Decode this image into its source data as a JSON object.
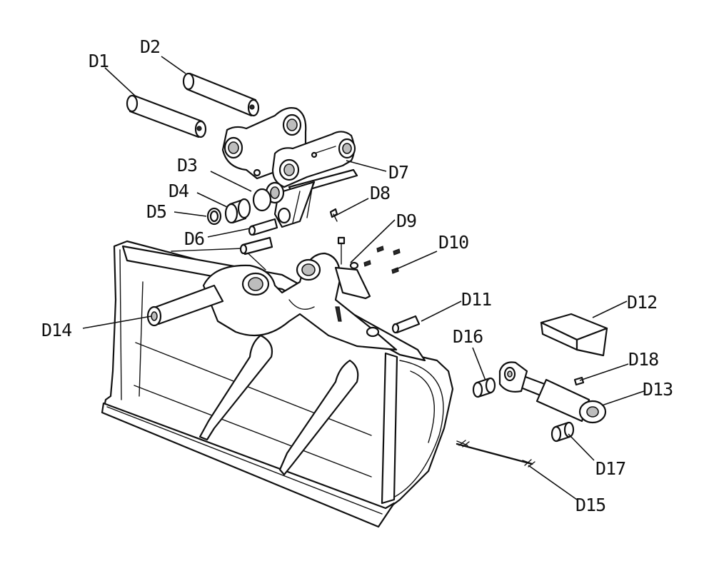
{
  "diagram": {
    "labels": {
      "d1": "D1",
      "d2": "D2",
      "d3": "D3",
      "d4": "D4",
      "d5": "D5",
      "d6": "D6",
      "d7": "D7",
      "d8": "D8",
      "d9": "D9",
      "d10": "D10",
      "d11": "D11",
      "d12": "D12",
      "d13": "D13",
      "d14": "D14",
      "d15": "D15",
      "d16": "D16",
      "d17": "D17",
      "d18": "D18"
    },
    "colors": {
      "line": "#111111",
      "background": "#ffffff",
      "shade": "#bdbdbd"
    }
  }
}
